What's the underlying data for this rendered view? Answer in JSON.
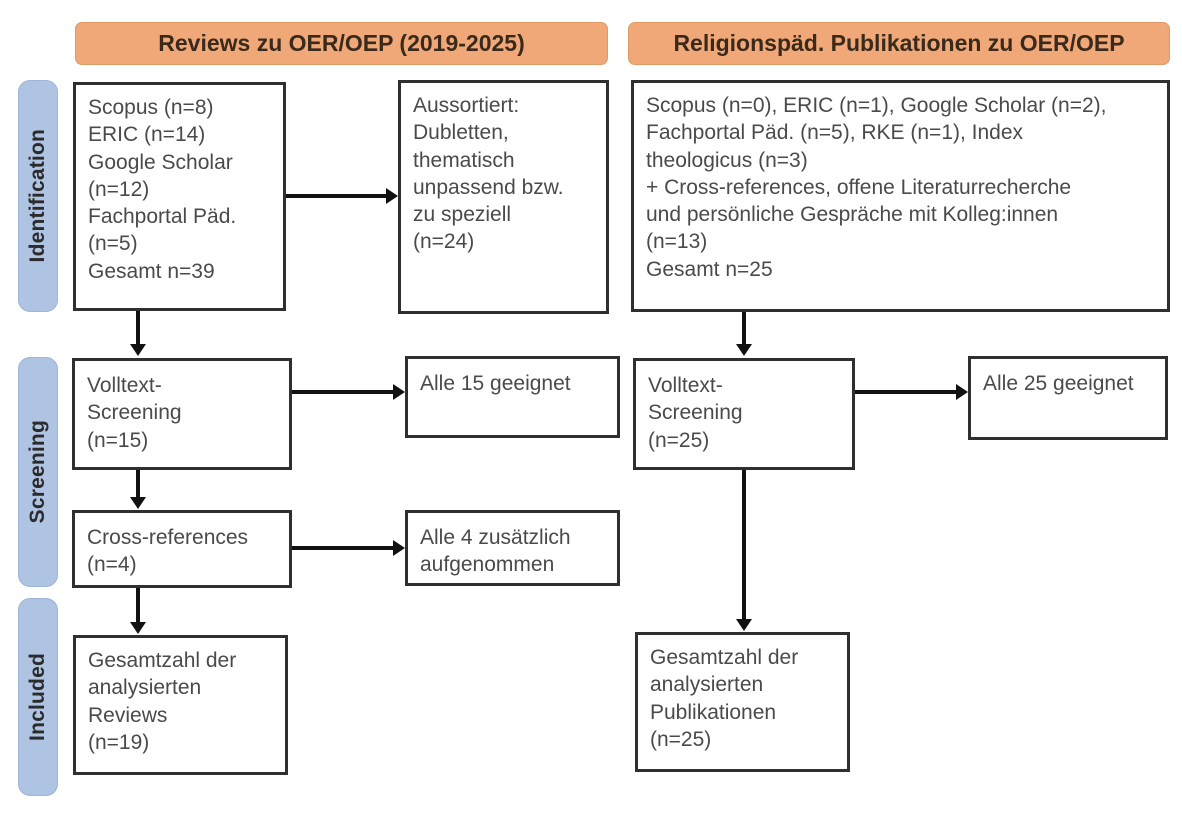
{
  "figure": {
    "type": "prisma-flow-diagram",
    "columns": [
      {
        "id": "reviews",
        "header": "Reviews zu OER/OEP (2019-2025)"
      },
      {
        "id": "religionspaed",
        "header": "Religionspäd. Publikationen zu OER/OEP"
      }
    ],
    "phases": [
      {
        "id": "identification",
        "label": "Identification"
      },
      {
        "id": "screening",
        "label": "Screening"
      },
      {
        "id": "included",
        "label": "Included"
      }
    ],
    "colors": {
      "header_orange": "#F0A878",
      "phase_blue": "#AFC3E2",
      "box_border": "#2F2F2F",
      "text": "#4A4A4A"
    }
  },
  "left": {
    "identification_sources": "Scopus (n=8)\nERIC (n=14)\nGoogle Scholar\n(n=12)\nFachportal Päd.\n(n=5)\nGesamt n=39",
    "excluded": "Aussortiert:\nDubletten,\nthematisch\nunpassend bzw.\nzu speziell\n(n=24)",
    "fulltext_screening": "Volltext-\nScreening\n(n=15)",
    "fulltext_result": "Alle 15 geeignet",
    "cross_references": "Cross-references\n(n=4)",
    "cross_references_result": "Alle 4 zusätzlich\naufgenommen",
    "included_total": "Gesamtzahl der\nanalysierten\nReviews\n(n=19)"
  },
  "right": {
    "identification_sources": "Scopus (n=0), ERIC (n=1), Google Scholar (n=2),\nFachportal Päd. (n=5), RKE (n=1), Index\ntheologicus (n=3)\n+ Cross-references, offene Literaturrecherche\nund persönliche Gespräche mit Kolleg:innen\n(n=13)\nGesamt n=25",
    "fulltext_screening": "Volltext-\nScreening\n(n=25)",
    "fulltext_result": "Alle 25 geeignet",
    "included_total": "Gesamtzahl der\nanalysierten\nPublikationen\n(n=25)"
  },
  "counts": {
    "left_scopus": 8,
    "left_eric": 14,
    "left_google_scholar": 12,
    "left_fachportal": 5,
    "left_total_identified": 39,
    "left_excluded": 24,
    "left_fulltext_screened": 15,
    "left_fulltext_eligible": 15,
    "left_cross_references": 4,
    "left_cross_references_added": 4,
    "left_included": 19,
    "right_scopus": 0,
    "right_eric": 1,
    "right_google_scholar": 2,
    "right_fachportal": 5,
    "right_rke": 1,
    "right_index_theologicus": 3,
    "right_additional_sources": 13,
    "right_total_identified": 25,
    "right_fulltext_screened": 25,
    "right_fulltext_eligible": 25,
    "right_included": 25
  }
}
